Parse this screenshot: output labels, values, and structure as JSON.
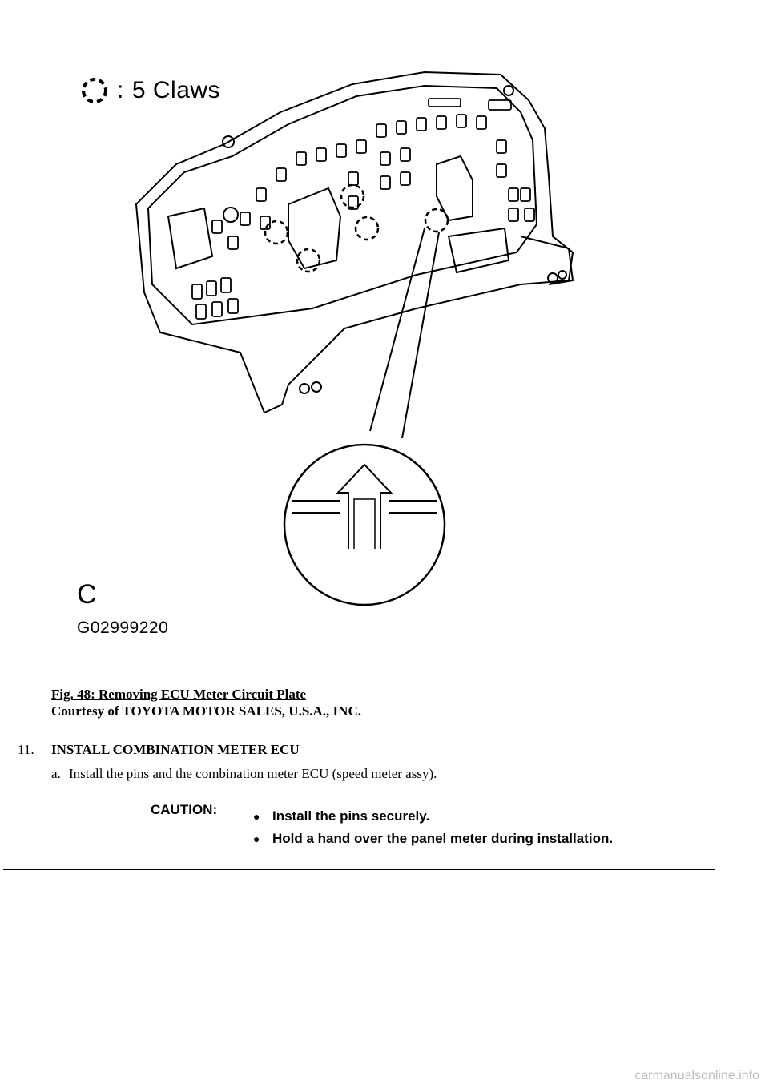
{
  "figure": {
    "legend_label": "5 Claws",
    "view_letter": "C",
    "figure_code": "G02999220"
  },
  "caption": {
    "title": "Fig. 48: Removing ECU Meter Circuit Plate",
    "courtesy": "Courtesy of TOYOTA MOTOR SALES, U.S.A., INC."
  },
  "step": {
    "number": "11.",
    "heading": "INSTALL COMBINATION METER ECU",
    "substep_letter": "a.",
    "substep_text": "Install the pins and the combination meter ECU (speed meter assy)."
  },
  "caution": {
    "label": "CAUTION:",
    "items": [
      "Install the pins securely.",
      "Hold a hand over the panel meter during installation."
    ]
  },
  "watermark": "carmanualsonline.info"
}
